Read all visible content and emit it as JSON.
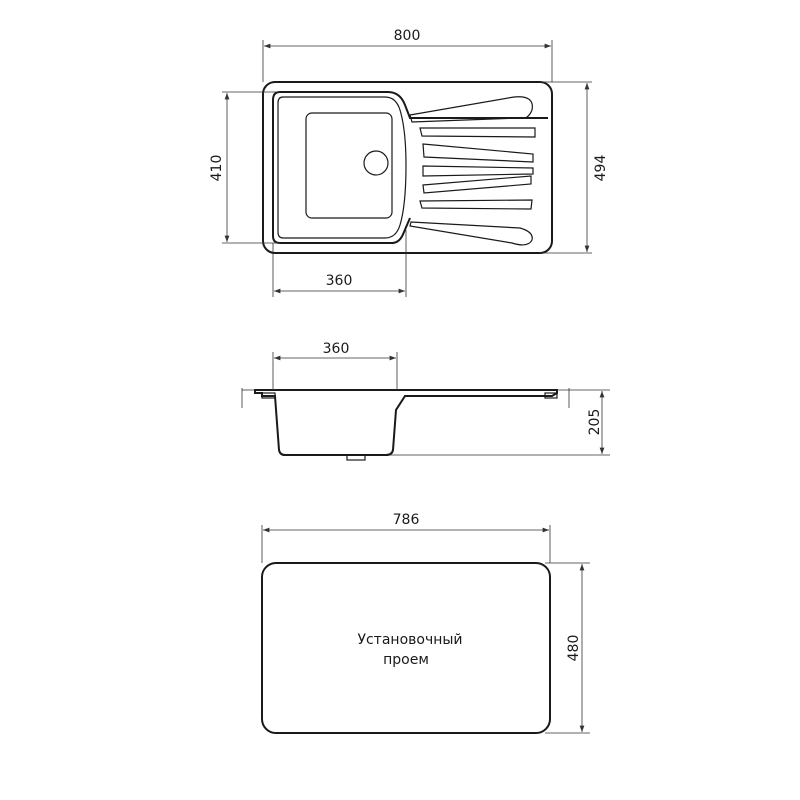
{
  "top_view": {
    "width_label": "800",
    "bowl_height_label": "410",
    "depth_label": "494",
    "bowl_width_label": "360"
  },
  "side_view": {
    "bowl_width_label": "360",
    "height_label": "205"
  },
  "cutout": {
    "width_label": "786",
    "height_label": "480",
    "caption_line1": "Установочный",
    "caption_line2": "проем"
  }
}
